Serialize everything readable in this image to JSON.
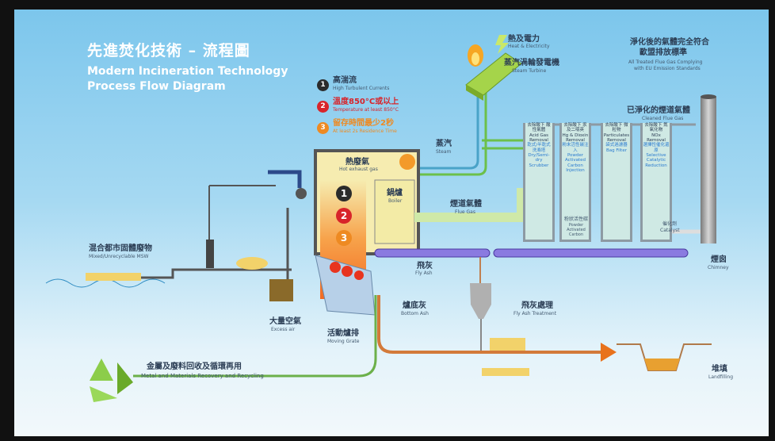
{
  "title": {
    "zh": "先進焚化技術 – 流程圖",
    "en1": "Modern Incineration Technology",
    "en2": "Process Flow Diagram"
  },
  "legend": [
    {
      "n": "1",
      "zh": "高湍流",
      "en": "High Turbulent Currents",
      "color": "#2b2b2b"
    },
    {
      "n": "2",
      "zh": "溫度850°C或以上",
      "en": "Temperature at least 850°C",
      "color": "#d8242a"
    },
    {
      "n": "3",
      "zh": "留存時間最少2秒",
      "en": "At least 2s Residence Time",
      "color": "#ee8a22"
    }
  ],
  "labels": {
    "heat": {
      "zh": "熱及電力",
      "en": "Heat & Electricity"
    },
    "turbine": {
      "zh": "蒸汽渦輪發電機",
      "en": "Steam Turbine"
    },
    "standard": {
      "zh1": "淨化後的氣體完全符合",
      "zh2": "歐盟排放標準",
      "en1": "All Treated Flue Gas Complying",
      "en2": "with EU Emission Standards"
    },
    "cleaned": {
      "zh": "已淨化的煙道氣體",
      "en": "Cleaned Flue Gas"
    },
    "steam": {
      "zh": "蒸汽",
      "en": "Steam"
    },
    "hotgas": {
      "zh": "熱廢氣",
      "en": "Hot exhaust gas"
    },
    "boiler": {
      "zh": "鍋爐",
      "en": "Boiler"
    },
    "flue": {
      "zh": "煙道氣體",
      "en": "Flue Gas"
    },
    "flyash": {
      "zh": "飛灰",
      "en": "Fly Ash"
    },
    "bottomash": {
      "zh": "爐底灰",
      "en": "Bottom Ash"
    },
    "flytreat": {
      "zh": "飛灰處理",
      "en": "Fly Ash Treatment"
    },
    "air": {
      "zh": "大量空氣",
      "en": "Excess air"
    },
    "grate": {
      "zh": "活動爐排",
      "en": "Moving Grate"
    },
    "msw": {
      "zh": "混合都市固體廢物",
      "en": "Mixed/Unrecyclable MSW"
    },
    "recycle": {
      "zh": "金屬及廢料回收及循環再用",
      "en": "Metal and Materials Recovery and Recycling"
    },
    "landfill": {
      "zh": "堆填",
      "en": "Landfilling"
    },
    "chimney": {
      "zh": "煙囪",
      "en": "Chimney"
    },
    "catalyst": {
      "zh": "催化劑",
      "en": "Catalyst"
    },
    "pac": {
      "zh": "粉狀活性碳",
      "en": "Powder Activated Carbon"
    }
  },
  "units": [
    {
      "zh": "去除酸下 酸性氣體",
      "en": "Acid Gas Removal",
      "bzh": "乾式/半乾式洗滌塔",
      "ben": "Dry/Semi-dry Scrubber"
    },
    {
      "zh": "去除酸下 汞及二噁英",
      "en": "Hg & Dioxin Removal",
      "bzh": "粉末活性碳注入",
      "ben": "Powder Activated Carbon Injection"
    },
    {
      "zh": "去除酸下 微粒物",
      "en": "Particulates Removal",
      "bzh": "袋式過濾器",
      "ben": "Bag Filter"
    },
    {
      "zh": "去除酸下 氮氧化物",
      "en": "NOx Removal",
      "bzh": "選擇性催化還原",
      "ben": "Selective Catalytic Reduction"
    }
  ]
}
